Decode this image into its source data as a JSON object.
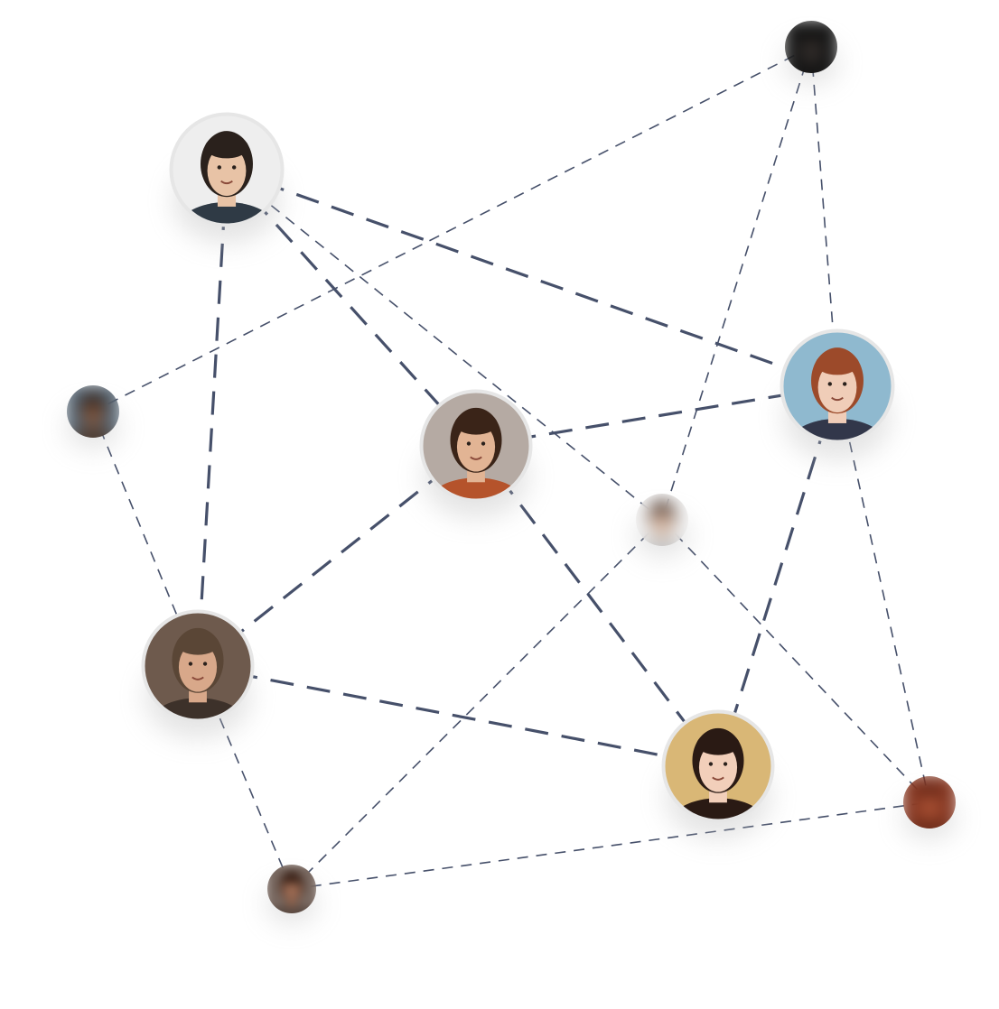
{
  "diagram": {
    "type": "social-network-graph",
    "colors": {
      "background": "#ffffff",
      "edge": "#46506a",
      "avatar_border": "#e6e6e6",
      "shadow": "#b4b4b4"
    },
    "nodes": [
      {
        "id": "man-top-left",
        "kind": "focused",
        "skin": "#e8c3a6",
        "hair": "#2a211c",
        "bg": "#eeeeee",
        "shirt": "#2f3a45"
      },
      {
        "id": "woman-center",
        "kind": "focused",
        "skin": "#e2b494",
        "hair": "#3a2418",
        "bg": "#b5aaa3",
        "shirt": "#b5532b"
      },
      {
        "id": "woman-redhead",
        "kind": "focused",
        "skin": "#f0cdb8",
        "hair": "#9c4a2a",
        "bg": "#8fb9cf",
        "shirt": "#32374a"
      },
      {
        "id": "man-bottom-left",
        "kind": "focused",
        "skin": "#d8a88a",
        "hair": "#5a4636",
        "bg": "#6e5a4d",
        "shirt": "#3d312a"
      },
      {
        "id": "woman-bottom",
        "kind": "focused",
        "skin": "#f2cfba",
        "hair": "#2a1a14",
        "bg": "#d9b776",
        "shirt": "#2a1a14"
      },
      {
        "id": "person-top-right",
        "kind": "blurred",
        "skin": "#3a3330",
        "hair": "#0d0d0d",
        "bg": "#1a1a1a",
        "shirt": "#111111"
      },
      {
        "id": "person-left",
        "kind": "blurred",
        "skin": "#8a5a3e",
        "hair": "#2a1a12",
        "bg": "#5a6b7a",
        "shirt": "#4a3a30"
      },
      {
        "id": "person-middle",
        "kind": "blurred",
        "skin": "#e3c1aa",
        "hair": "#4a3328",
        "bg": "#f1f1f1",
        "shirt": "#c9c9c9"
      },
      {
        "id": "person-bottom-right",
        "kind": "blurred",
        "skin": "#b85a3a",
        "hair": "#5a1f12",
        "bg": "#8a3a24",
        "shirt": "#6a2a18"
      },
      {
        "id": "person-bottom",
        "kind": "blurred",
        "skin": "#9b6a52",
        "hair": "#3a2218",
        "bg": "#7a6a62",
        "shirt": "#5a4a42"
      }
    ],
    "edges": [
      {
        "from": "man-top-left",
        "to": "woman-center",
        "style": "thick"
      },
      {
        "from": "man-top-left",
        "to": "woman-redhead",
        "style": "thick"
      },
      {
        "from": "man-top-left",
        "to": "man-bottom-left",
        "style": "thick"
      },
      {
        "from": "man-top-left",
        "to": "person-middle",
        "style": "thin"
      },
      {
        "from": "woman-center",
        "to": "woman-redhead",
        "style": "thick"
      },
      {
        "from": "woman-center",
        "to": "man-bottom-left",
        "style": "thick"
      },
      {
        "from": "woman-center",
        "to": "woman-bottom",
        "style": "thick"
      },
      {
        "from": "man-bottom-left",
        "to": "woman-bottom",
        "style": "thick"
      },
      {
        "from": "woman-redhead",
        "to": "woman-bottom",
        "style": "thick"
      },
      {
        "from": "person-top-right",
        "to": "person-left",
        "style": "thin"
      },
      {
        "from": "person-top-right",
        "to": "woman-redhead",
        "style": "thin"
      },
      {
        "from": "person-top-right",
        "to": "person-middle",
        "style": "thin"
      },
      {
        "from": "woman-redhead",
        "to": "person-bottom-right",
        "style": "thin"
      },
      {
        "from": "person-middle",
        "to": "person-bottom-right",
        "style": "thin"
      },
      {
        "from": "person-middle",
        "to": "person-bottom",
        "style": "thin"
      },
      {
        "from": "person-left",
        "to": "man-bottom-left",
        "style": "thin"
      },
      {
        "from": "man-bottom-left",
        "to": "person-bottom",
        "style": "thin"
      },
      {
        "from": "person-bottom",
        "to": "person-bottom-right",
        "style": "thin"
      }
    ]
  }
}
